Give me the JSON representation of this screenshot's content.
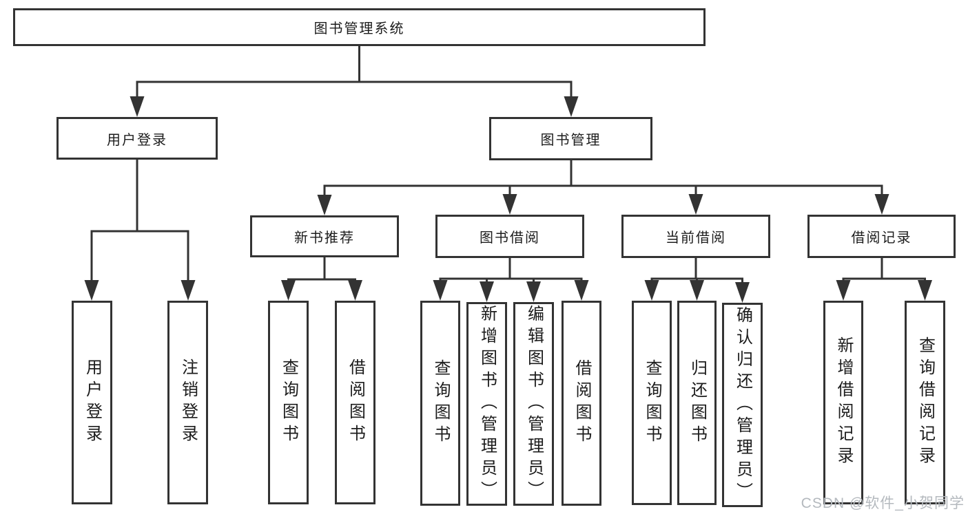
{
  "tree": {
    "root": "图书管理系统",
    "branches": [
      {
        "label": "用户登录",
        "children": [
          {
            "label": "用户登录"
          },
          {
            "label": "注销登录"
          }
        ]
      },
      {
        "label": "图书管理",
        "children": [
          {
            "label": "新书推荐",
            "children": [
              {
                "label": "查询图书"
              },
              {
                "label": "借阅图书"
              }
            ]
          },
          {
            "label": "图书借阅",
            "children": [
              {
                "label": "查询图书"
              },
              {
                "label": "新增图书（管理员）"
              },
              {
                "label": "编辑图书（管理员）"
              },
              {
                "label": "借阅图书"
              }
            ]
          },
          {
            "label": "当前借阅",
            "children": [
              {
                "label": "查询图书"
              },
              {
                "label": "归还图书"
              },
              {
                "label": "确认归还（管理员）"
              }
            ]
          },
          {
            "label": "借阅记录",
            "children": [
              {
                "label": "新增借阅记录"
              },
              {
                "label": "查询借阅记录"
              }
            ]
          }
        ]
      }
    ]
  },
  "watermark": "CSDN @软件_小贺同学",
  "colors": {
    "line": "#333333",
    "box_border": "#333333",
    "text": "#1c1c1c",
    "watermark": "#b4b9be",
    "background": "#ffffff"
  }
}
